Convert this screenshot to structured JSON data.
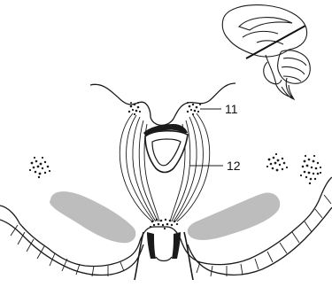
{
  "diagram": {
    "labels": [
      {
        "id": "label-11",
        "text": "11"
      },
      {
        "id": "label-12",
        "text": "12"
      }
    ],
    "colors": {
      "ink": "#1a1a1a",
      "gray_band": "#bdbdbd",
      "background": "#ffffff"
    },
    "stippled_nuclei": [
      "pair-upper-left",
      "pair-upper-right",
      "lateral-left",
      "lateral-right-inner",
      "lateral-right-outer",
      "midline-lower"
    ]
  }
}
